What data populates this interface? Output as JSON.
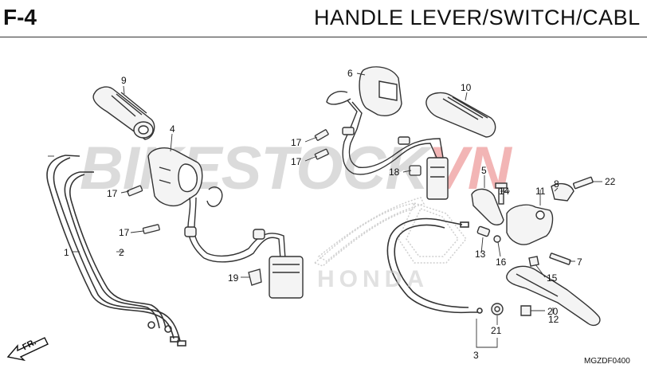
{
  "header": {
    "code": "F-4",
    "title": "HANDLE  LEVER/SWITCH/CABL"
  },
  "watermark": {
    "main": "BIKESTOCK",
    "accent": "VN"
  },
  "logo_text": "HONDA",
  "direction_label": "FR.",
  "diagram_code": "MGZDF0400",
  "callouts": {
    "c1": "1",
    "c2": "2",
    "c3": "3",
    "c4": "4",
    "c5": "5",
    "c6": "6",
    "c7": "7",
    "c8": "8",
    "c9": "9",
    "c10": "10",
    "c11": "11",
    "c12": "12",
    "c13": "13",
    "c14": "14",
    "c15": "15",
    "c16": "16",
    "c17a": "17",
    "c17b": "17",
    "c17c": "17",
    "c17d": "17",
    "c18": "18",
    "c19": "19",
    "c20": "20",
    "c21": "21",
    "c22": "22"
  },
  "colors": {
    "ink": "#111111",
    "line": "#333333",
    "part_fill": "#f4f4f4",
    "watermark_grey": "#bebebe",
    "watermark_red": "#e87878"
  }
}
